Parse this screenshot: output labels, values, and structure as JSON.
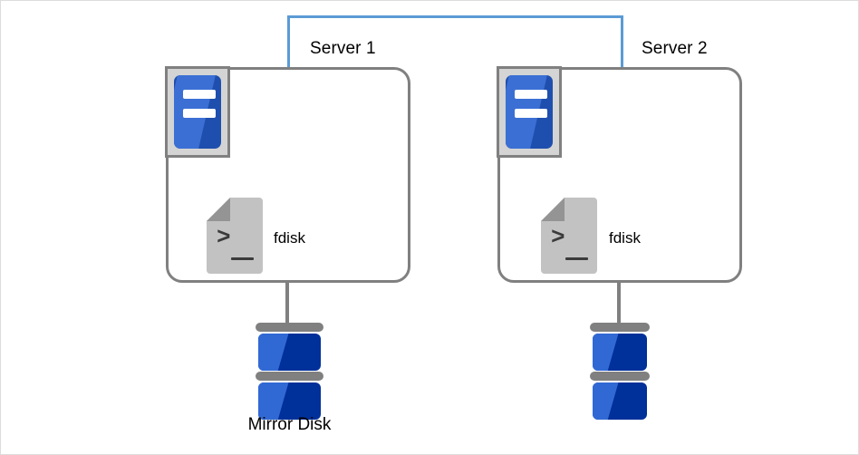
{
  "diagram": {
    "title": "Mirror disk configuration between two servers",
    "background_color": "#ffffff",
    "border_color": "#dcdcdc",
    "link_color": "#5b9bd5",
    "connector_color": "#808080",
    "disk_blue": "#00309a",
    "disk_blue_light": "#3169d4"
  },
  "interconnect": {
    "name": "interconnect-link",
    "color": "#5b9bd5"
  },
  "nodes": [
    {
      "id": "server-1",
      "label": "Server 1",
      "icon": "server-rack-icon",
      "app": {
        "label": "fdisk",
        "icon": "script-document-icon"
      },
      "storage": {
        "label": "Mirror Disk",
        "icon": "disk-stack-icon",
        "has_label": true
      }
    },
    {
      "id": "server-2",
      "label": "Server 2",
      "icon": "server-rack-icon",
      "app": {
        "label": "fdisk",
        "icon": "script-document-icon"
      },
      "storage": {
        "label": "",
        "icon": "disk-stack-icon",
        "has_label": false
      }
    }
  ],
  "glyphs": {
    "prompt": ">"
  }
}
